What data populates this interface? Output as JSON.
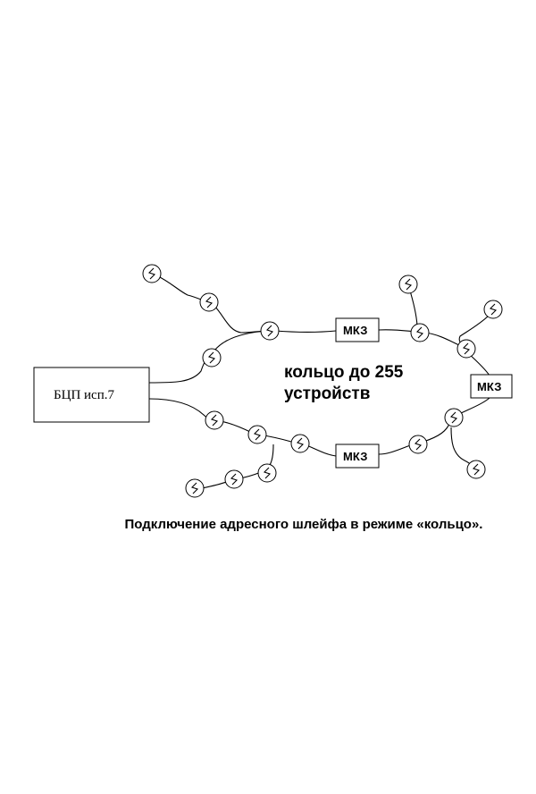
{
  "diagram": {
    "panel_label": "БЦП исп.7",
    "mkz_top": "МКЗ",
    "mkz_right": "МКЗ",
    "mkz_bottom": "МКЗ",
    "ring_line1": "кольцо до 255",
    "ring_line2": "устройств",
    "caption": "Подключение адресного шлейфа в режиме «кольцо»."
  }
}
